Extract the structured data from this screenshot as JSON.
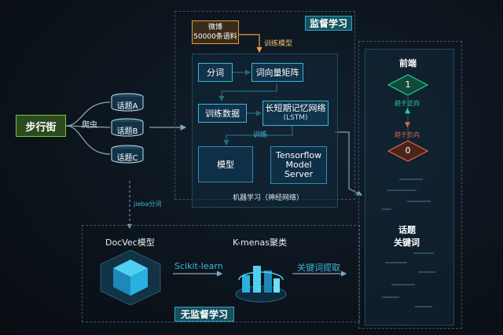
{
  "supervised": {
    "tag": "监督学习",
    "weibo_line1": "微博",
    "weibo_line2": "50000条语料",
    "train_model_label": "训练模型",
    "segment": "分词",
    "word_vector": "词向量矩阵",
    "train_data": "训练数据",
    "lstm_line1": "长短期记忆网络",
    "lstm_line2": "(LSTM)",
    "train_label": "训练",
    "model": "模型",
    "tf_line1": "Tensorflow",
    "tf_line2": "Model",
    "tf_line3": "Server",
    "ml_caption": "机器学习（神经网络）"
  },
  "source": {
    "street": "步行街",
    "crawler": "爬虫",
    "topics": [
      "话题A",
      "话题B",
      "话题C"
    ],
    "jieba_label": "jieba分词"
  },
  "unsupervised": {
    "tag": "无监督学习",
    "docvec": "DocVec模型",
    "scikit": "Scikit-learn",
    "kmeans": "K-menas聚类",
    "keyword_extract": "关键词提取"
  },
  "frontend": {
    "title": "前端",
    "node_positive": "1",
    "positive_label": "趋于正向",
    "negative_label": "趋于负向",
    "node_negative": "0",
    "topic_line1": "话题",
    "topic_line2": "关键词"
  },
  "colors": {
    "accent": "#3fb6d8",
    "positive": "#1fd39a",
    "negative": "#e0684a",
    "orange": "#f0a040",
    "street_border": "#7fc43f"
  }
}
